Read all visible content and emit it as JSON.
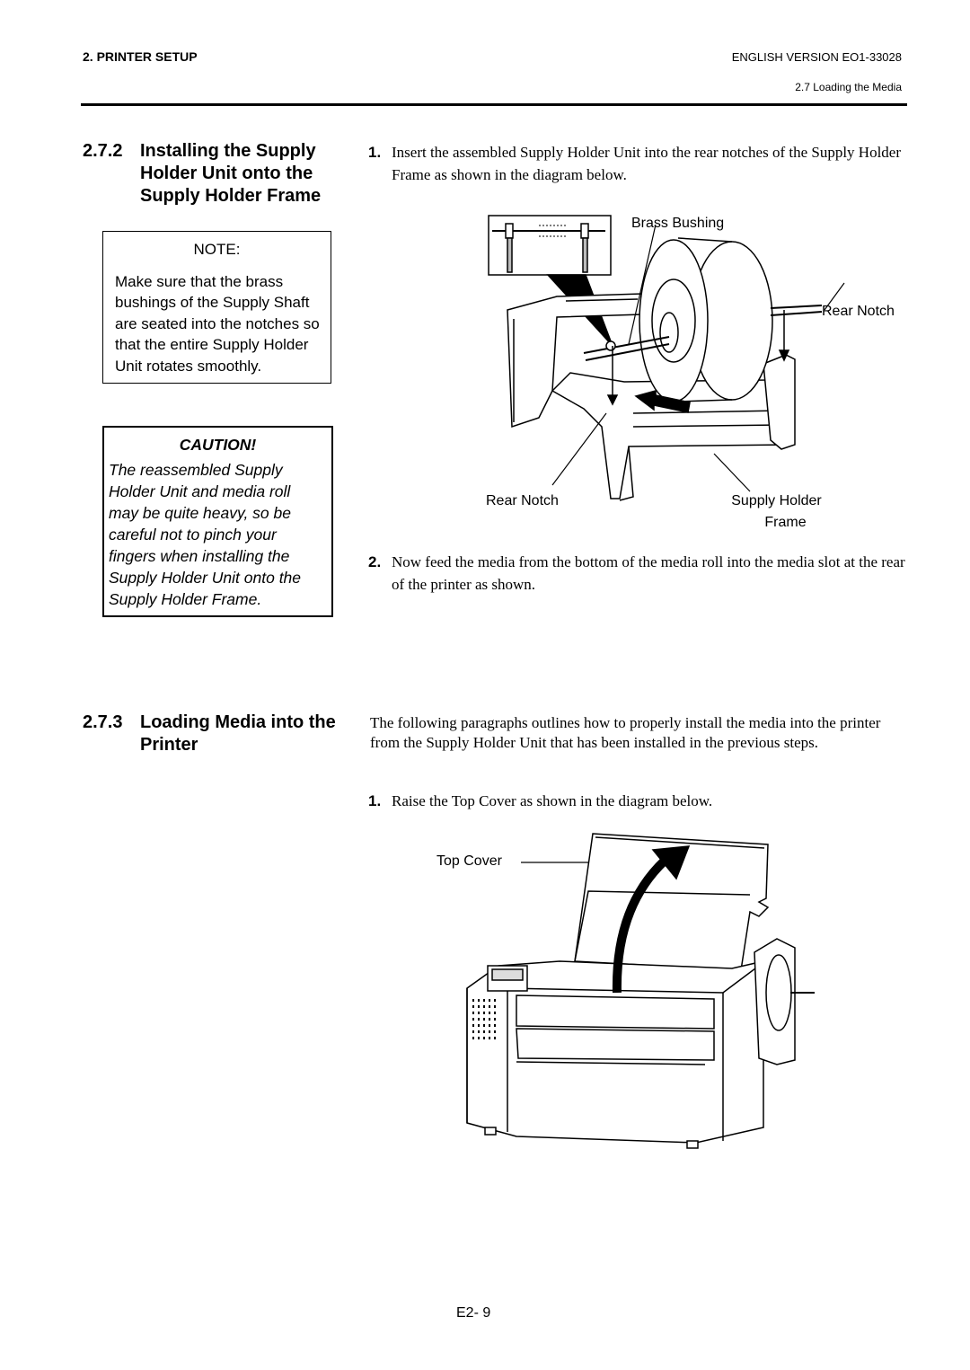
{
  "header": {
    "section": "2. PRINTER SETUP",
    "version": "ENGLISH VERSION EO1-33028",
    "subsection": "2.7 Loading the Media"
  },
  "section_272": {
    "number": "2.7.2",
    "title_line1": "Installing the Supply",
    "title_line2": "Holder Unit onto the",
    "title_line3": "Supply Holder Frame"
  },
  "note": {
    "title": "NOTE:",
    "text": "Make sure that the brass\nbushings of the Supply Shaft\nare seated into the notches so\nthat the entire Supply Holder\nUnit  rotates smoothly."
  },
  "caution": {
    "title": "CAUTION!",
    "text": "The reassembled Supply\nHolder Unit and media roll\nmay be quite heavy, so be\ncareful not to pinch your\nfingers when installing the\nSupply Holder Unit onto the\nSupply Holder Frame."
  },
  "steps_272": [
    {
      "num": "1.",
      "text": "Insert the assembled Supply Holder Unit into the rear notches of the Supply Holder Frame as shown in the diagram below."
    },
    {
      "num": "2.",
      "text": "Now feed the media from the bottom of the media roll into the media slot at the rear of the printer as shown."
    }
  ],
  "figure1": {
    "label_brass": "Brass Bushing",
    "label_rear_notch_right": "Rear Notch",
    "label_rear_notch_left": "Rear Notch",
    "label_supply_line1": "Supply Holder",
    "label_supply_line2": "Frame"
  },
  "section_273": {
    "number": "2.7.3",
    "title_line1": "Loading Media into the",
    "title_line2": "Printer",
    "intro": "The following paragraphs outlines how to properly install the media into the printer from the Supply Holder Unit that has been installed in the previous steps.",
    "step_num": "1.",
    "step_text": "Raise the Top Cover as shown in the diagram below."
  },
  "figure2": {
    "label_top_cover": "Top Cover"
  },
  "page": "E2- 9"
}
